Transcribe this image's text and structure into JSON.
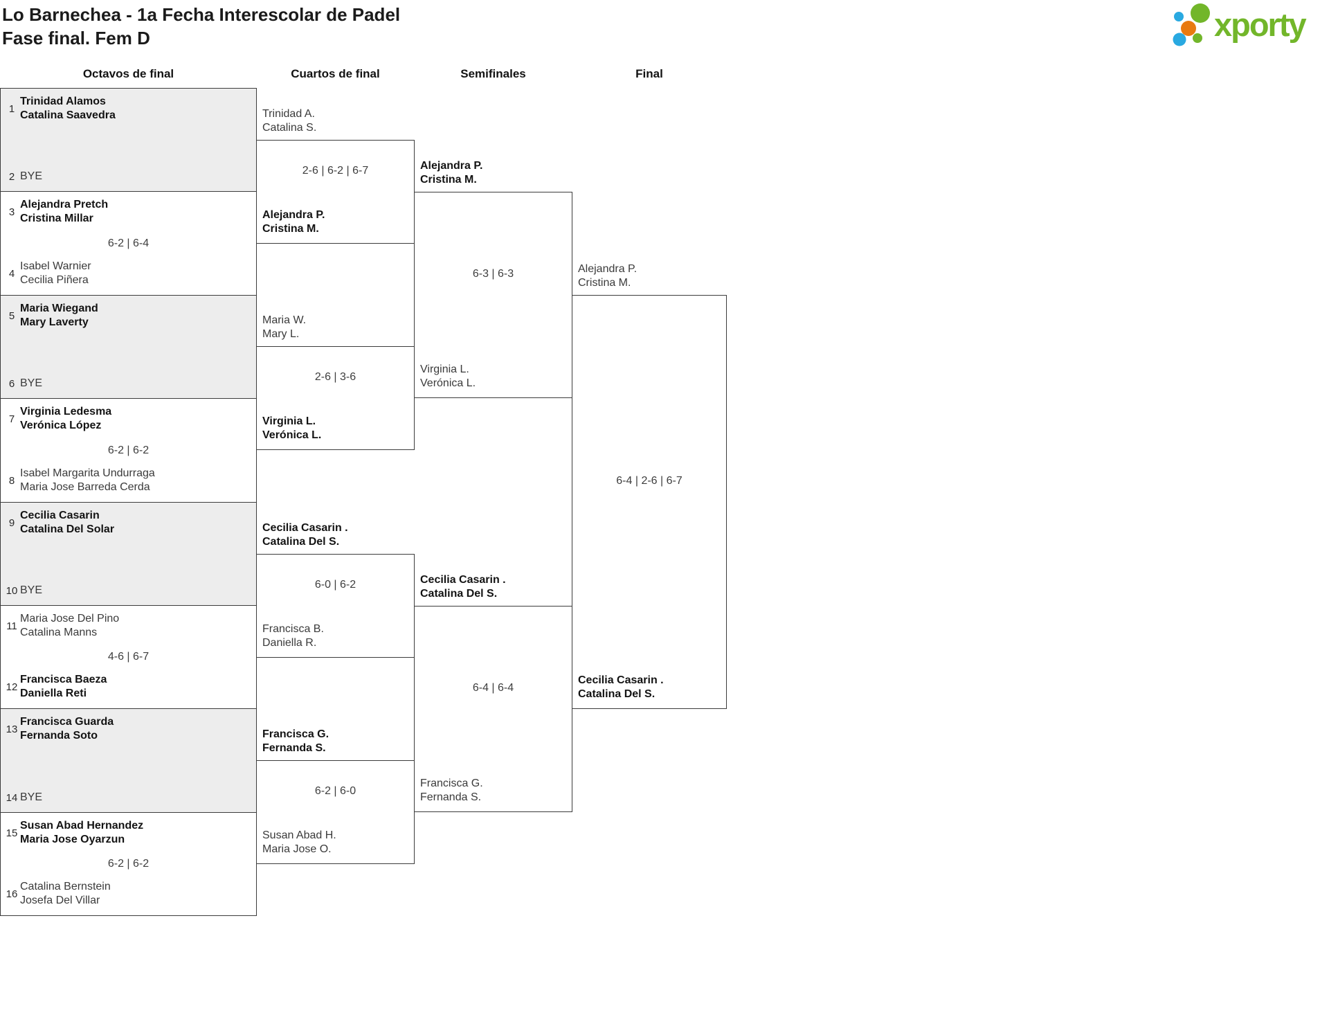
{
  "title": {
    "line1": "Lo Barnechea - 1a Fecha Interescolar de Padel",
    "line2": "Fase final. Fem D"
  },
  "logo": {
    "text": "xporty",
    "colors": {
      "green": "#72b62a",
      "blue": "#29a9e1",
      "orange": "#e87a10"
    }
  },
  "style_colors": {
    "box_border": "#3b3b3b",
    "bye_box_fill": "#ededed",
    "winner_text": "#131313",
    "regular_text": "#3a3a3a"
  },
  "columns": [
    "Octavos de final",
    "Cuartos de final",
    "Semifinales",
    "Final"
  ],
  "rounds": {
    "octavos": [
      {
        "seed_top": "1",
        "top": [
          "Trinidad Alamos",
          "Catalina Saavedra"
        ],
        "seed_bottom": "2",
        "bottom": [
          "BYE"
        ],
        "score": "",
        "winner": "top",
        "bye": true
      },
      {
        "seed_top": "3",
        "top": [
          "Alejandra Pretch",
          "Cristina Millar"
        ],
        "seed_bottom": "4",
        "bottom": [
          "Isabel Warnier",
          "Cecilia Piñera"
        ],
        "score": "6-2 | 6-4",
        "winner": "top",
        "bye": false
      },
      {
        "seed_top": "5",
        "top": [
          "Maria Wiegand",
          "Mary Laverty"
        ],
        "seed_bottom": "6",
        "bottom": [
          "BYE"
        ],
        "score": "",
        "winner": "top",
        "bye": true
      },
      {
        "seed_top": "7",
        "top": [
          "Virginia Ledesma",
          "Verónica López"
        ],
        "seed_bottom": "8",
        "bottom": [
          "Isabel Margarita Undurraga",
          "Maria Jose Barreda Cerda"
        ],
        "score": "6-2 | 6-2",
        "winner": "top",
        "bye": false
      },
      {
        "seed_top": "9",
        "top": [
          "Cecilia Casarin",
          "Catalina Del Solar"
        ],
        "seed_bottom": "10",
        "bottom": [
          "BYE"
        ],
        "score": "",
        "winner": "top",
        "bye": true
      },
      {
        "seed_top": "11",
        "top": [
          "Maria Jose Del Pino",
          "Catalina Manns"
        ],
        "seed_bottom": "12",
        "bottom": [
          "Francisca Baeza",
          "Daniella Reti"
        ],
        "score": "4-6 | 6-7",
        "winner": "bottom",
        "bye": false
      },
      {
        "seed_top": "13",
        "top": [
          "Francisca Guarda",
          "Fernanda Soto"
        ],
        "seed_bottom": "14",
        "bottom": [
          "BYE"
        ],
        "score": "",
        "winner": "top",
        "bye": true
      },
      {
        "seed_top": "15",
        "top": [
          "Susan Abad Hernandez",
          "Maria Jose Oyarzun"
        ],
        "seed_bottom": "16",
        "bottom": [
          "Catalina Bernstein",
          "Josefa Del Villar"
        ],
        "score": "6-2 | 6-2",
        "winner": "top",
        "bye": false
      }
    ],
    "cuartos": [
      {
        "top": [
          "Trinidad A.",
          "Catalina S."
        ],
        "bottom": [
          "Alejandra P.",
          "Cristina M."
        ],
        "score": "2-6 | 6-2 | 6-7",
        "winner": "bottom"
      },
      {
        "top": [
          "Maria W.",
          "Mary L."
        ],
        "bottom": [
          "Virginia L.",
          "Verónica L."
        ],
        "score": "2-6 | 3-6",
        "winner": "bottom"
      },
      {
        "top": [
          "Cecilia Casarin .",
          "Catalina Del S."
        ],
        "bottom": [
          "Francisca B.",
          "Daniella R."
        ],
        "score": "6-0 | 6-2",
        "winner": "top"
      },
      {
        "top": [
          "Francisca G.",
          "Fernanda S."
        ],
        "bottom": [
          "Susan Abad H.",
          "Maria Jose O."
        ],
        "score": "6-2 | 6-0",
        "winner": "top"
      }
    ],
    "semifinales": [
      {
        "top": [
          "Alejandra P.",
          "Cristina M."
        ],
        "bottom": [
          "Virginia L.",
          "Verónica L."
        ],
        "score": "6-3 | 6-3",
        "winner": "top"
      },
      {
        "top": [
          "Cecilia Casarin .",
          "Catalina Del S."
        ],
        "bottom": [
          "Francisca G.",
          "Fernanda S."
        ],
        "score": "6-4 | 6-4",
        "winner": "top"
      }
    ],
    "final": [
      {
        "top": [
          "Alejandra P.",
          "Cristina M."
        ],
        "bottom": [
          "Cecilia Casarin .",
          "Catalina Del S."
        ],
        "score": "6-4 | 2-6 | 6-7",
        "winner": "bottom"
      }
    ]
  }
}
